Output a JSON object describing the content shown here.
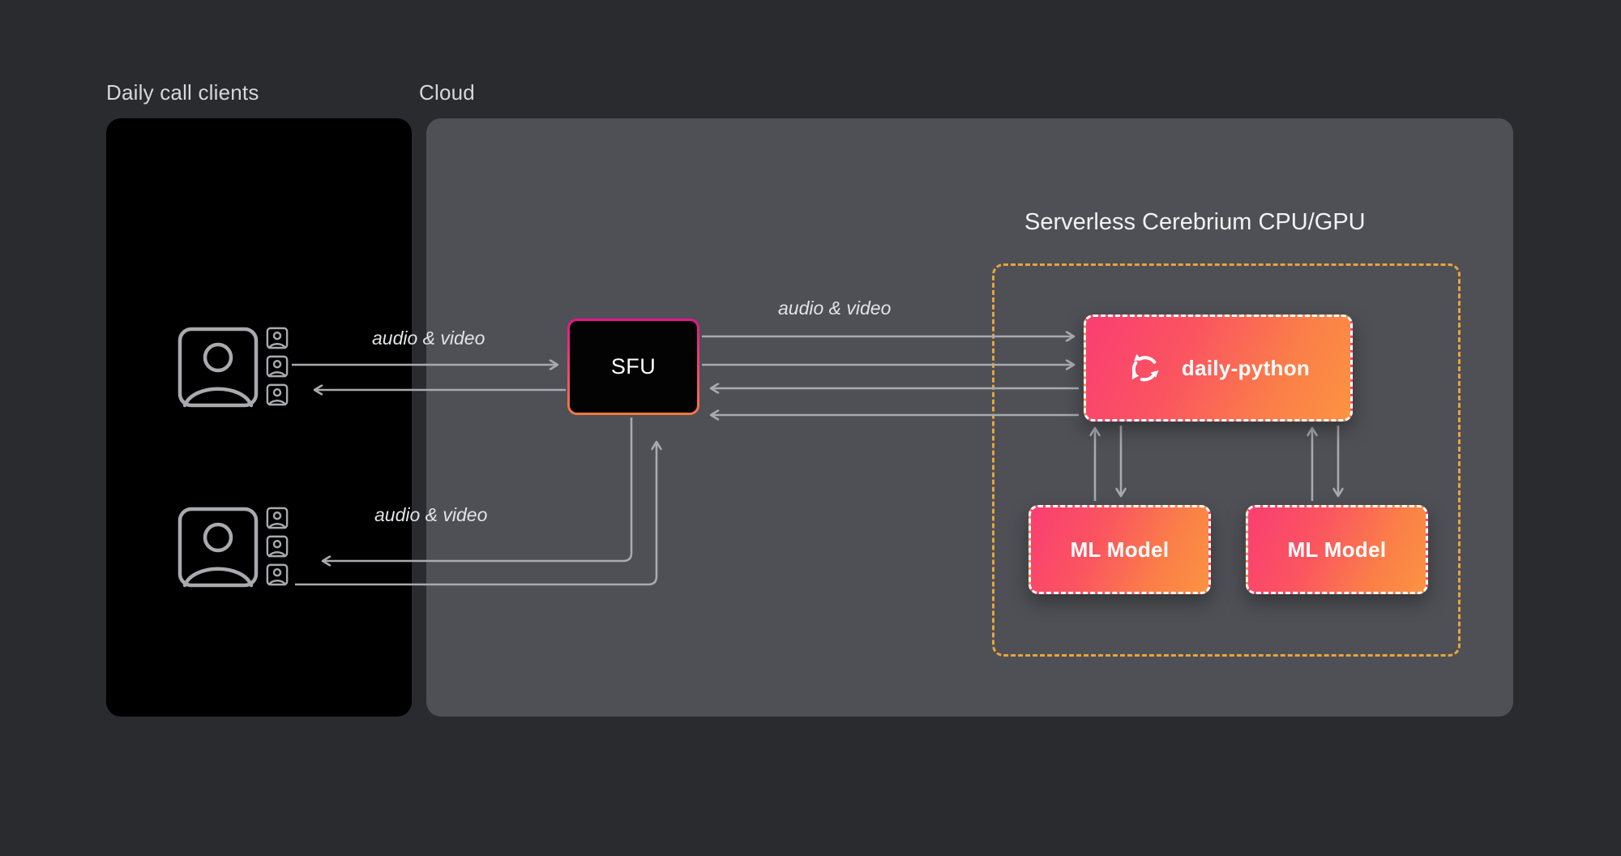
{
  "background_color": "#2a2b2e",
  "groups": [
    {
      "id": "clients",
      "label": "Daily call clients",
      "panel_color": "#000000"
    },
    {
      "id": "cloud",
      "label": "Cloud",
      "panel_color": "#4e5055"
    }
  ],
  "cerebrium": {
    "title": "Serverless Cerebrium CPU/GPU",
    "border_color": "#e8a33d",
    "border_style": "dashed"
  },
  "nodes": {
    "sfu": {
      "label": "SFU",
      "fill": "#030303",
      "border_gradient_from": "#e6138b",
      "border_gradient_to": "#f4793f"
    },
    "daily_python": {
      "label": "daily-python",
      "icon": "sync-arrows-icon",
      "gradient_from": "#fa3e72",
      "gradient_to": "#fb9341",
      "border_color": "#ffffff"
    },
    "ml_model_1": {
      "label": "ML Model",
      "gradient_from": "#fa3e72",
      "gradient_to": "#fb9341",
      "border_color": "#ffffff"
    },
    "ml_model_2": {
      "label": "ML Model",
      "gradient_from": "#fa3e72",
      "gradient_to": "#fb9341",
      "border_color": "#ffffff"
    }
  },
  "clients": [
    {
      "id": "client-1",
      "icon": "user-avatar-icon",
      "tiles": 3
    },
    {
      "id": "client-2",
      "icon": "user-avatar-icon",
      "tiles": 3
    }
  ],
  "edge_labels": [
    {
      "id": "client1-sfu",
      "text": "audio & video"
    },
    {
      "id": "sfu-dailypython",
      "text": "audio & video"
    },
    {
      "id": "sfu-client2",
      "text": "audio & video"
    }
  ],
  "connector_color": "#a8aaae"
}
